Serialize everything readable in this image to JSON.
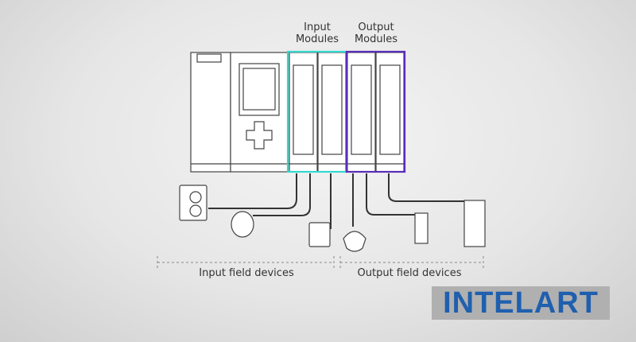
{
  "labels": {
    "input_modules": "Input Modules",
    "output_modules": "Output Modules",
    "input_devices": "Input field devices",
    "output_devices": "Output field devices"
  },
  "brand": {
    "text": "INTELART",
    "color": "#1f5fae"
  },
  "colors": {
    "input_frame": "#35d8d0",
    "output_frame": "#5a2db8"
  },
  "devices": {
    "inputs": [
      "push-button-station",
      "rotary-encoder",
      "level-transmitter"
    ],
    "outputs": [
      "beacon-light",
      "solenoid-valve",
      "motor-starter"
    ]
  }
}
